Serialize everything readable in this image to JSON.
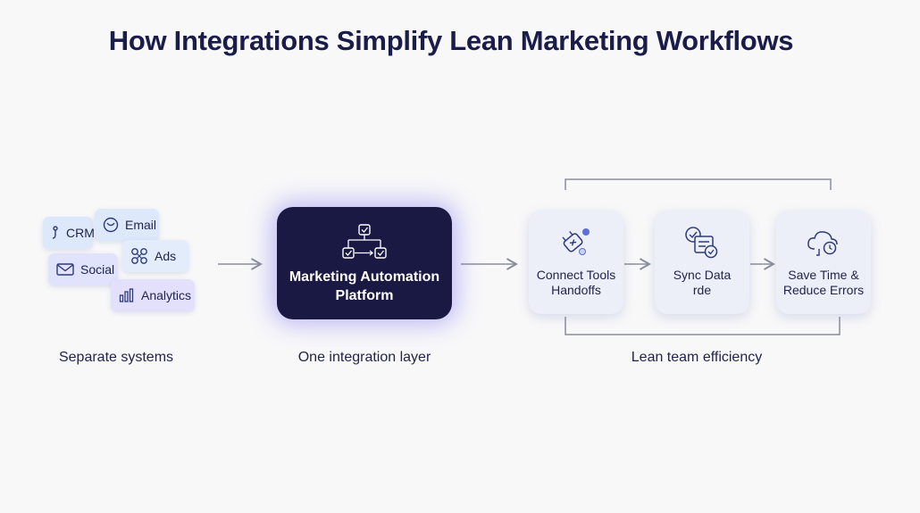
{
  "title": "How Integrations Simplify Lean Marketing Workflows",
  "systems": {
    "crm": "CRM",
    "email": "Email",
    "social": "Social",
    "ads": "Ads",
    "analytics": "Analytics"
  },
  "hub": {
    "line1": "Marketing Automation",
    "line2": "Platform"
  },
  "steps": [
    {
      "line1": "Connect Tools",
      "line2": "Handoffs"
    },
    {
      "line1": "Sync Data",
      "line2": "rde"
    },
    {
      "line1": "Save Time &",
      "line2": "Reduce Errors"
    }
  ],
  "captions": {
    "left": "Separate systems",
    "middle": "One integration layer",
    "right": "Lean team efficiency"
  },
  "colors": {
    "hub_bg": "#1a1943",
    "chip_blue": "#dde8fb",
    "chip_purple": "#e3e0fb",
    "card_bg": "#eceef8"
  }
}
